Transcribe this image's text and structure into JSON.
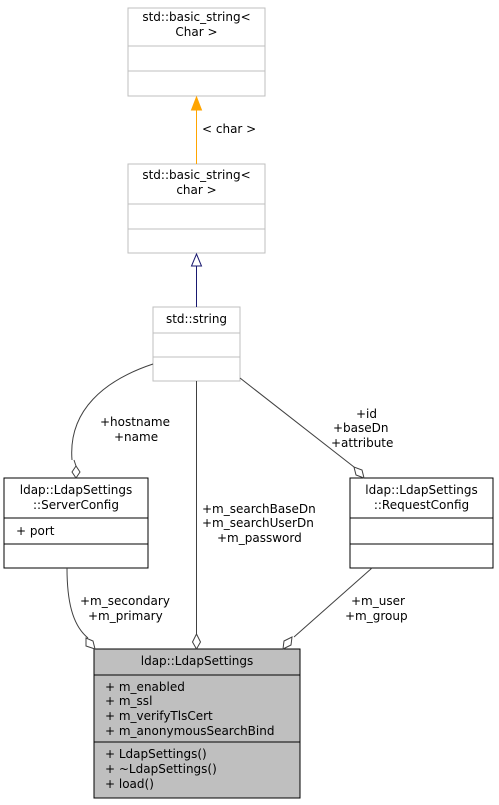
{
  "colors": {
    "node_border_gray": "#bfbfbf",
    "node_border_black": "#000000",
    "node_fill_main": "#bfbfbf",
    "template_arrow": "#ffa500",
    "inherit_arrow": "#191970",
    "edge_line": "#404040"
  },
  "nodes": {
    "basic_string_Char": {
      "title_line1": "std::basic_string<",
      "title_line2": "Char >"
    },
    "basic_string_char": {
      "title_line1": "std::basic_string<",
      "title_line2": "char >"
    },
    "std_string": {
      "title": "std::string"
    },
    "server_config": {
      "title_line1": "ldap::LdapSettings",
      "title_line2": "::ServerConfig",
      "attributes": [
        "+ port"
      ]
    },
    "request_config": {
      "title_line1": "ldap::LdapSettings",
      "title_line2": "::RequestConfig"
    },
    "ldap_settings": {
      "title": "ldap::LdapSettings",
      "attributes": [
        "+ m_enabled",
        "+ m_ssl",
        "+ m_verifyTlsCert",
        "+ m_anonymousSearchBind"
      ],
      "methods": [
        "+ LdapSettings()",
        "+ ~LdapSettings()",
        "+ load()"
      ]
    }
  },
  "edges": {
    "template_label": "< char >",
    "server_config_labels": [
      "+hostname",
      "+name"
    ],
    "request_config_labels": [
      "+id",
      "+baseDn",
      "+attribute"
    ],
    "string_to_settings_labels": [
      "+m_searchBaseDn",
      "+m_searchUserDn",
      "+m_password"
    ],
    "server_to_settings_labels": [
      "+m_secondary",
      "+m_primary"
    ],
    "request_to_settings_labels": [
      "+m_user",
      "+m_group"
    ]
  }
}
